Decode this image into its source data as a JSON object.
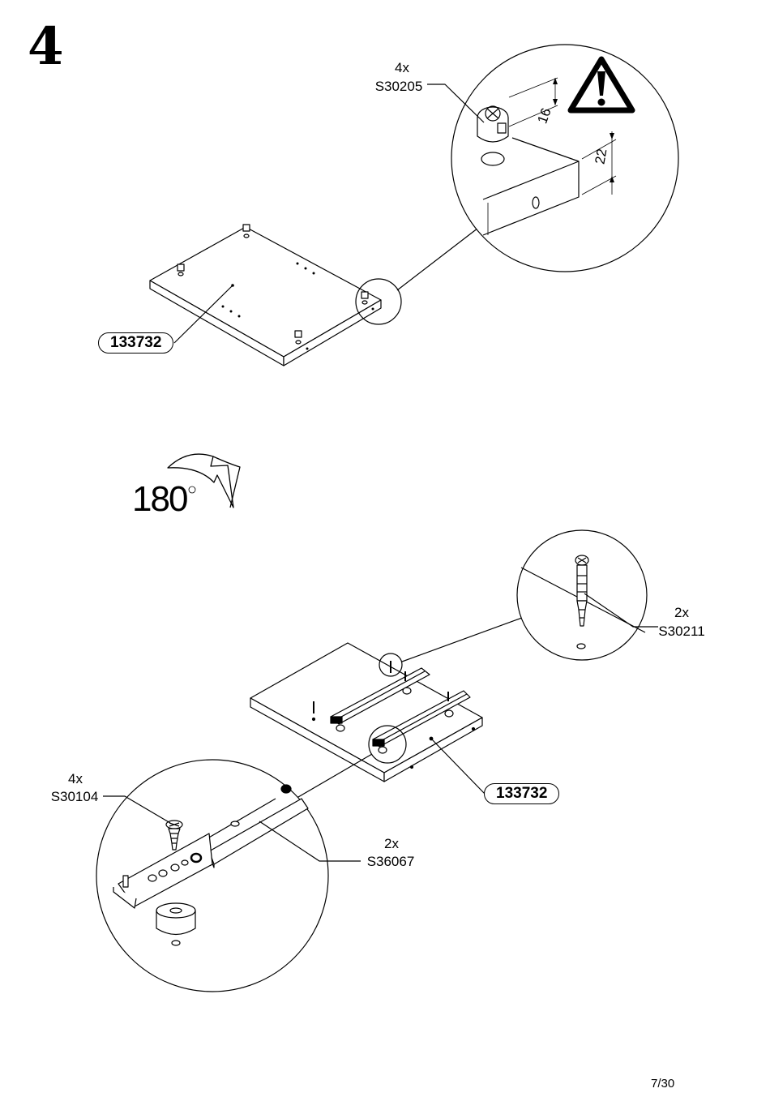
{
  "step": {
    "number": "4"
  },
  "parts": {
    "cam_lock": {
      "qty": "4x",
      "code": "S30205"
    },
    "panel_top": {
      "code": "133732"
    },
    "dowel": {
      "qty": "2x",
      "code": "S30211"
    },
    "screw": {
      "qty": "4x",
      "code": "S30104"
    },
    "slide": {
      "qty": "2x",
      "code": "S36067"
    },
    "panel_bottom": {
      "code": "133732"
    }
  },
  "dimensions": {
    "cam_depth": "16",
    "edge_offset": "22"
  },
  "rotation": {
    "value": "180",
    "unit": "°"
  },
  "footer": {
    "page": "7/30"
  },
  "colors": {
    "ink": "#000000",
    "paper": "#ffffff"
  },
  "icons": [
    "warning-triangle-icon",
    "rotate-arrow-icon"
  ]
}
